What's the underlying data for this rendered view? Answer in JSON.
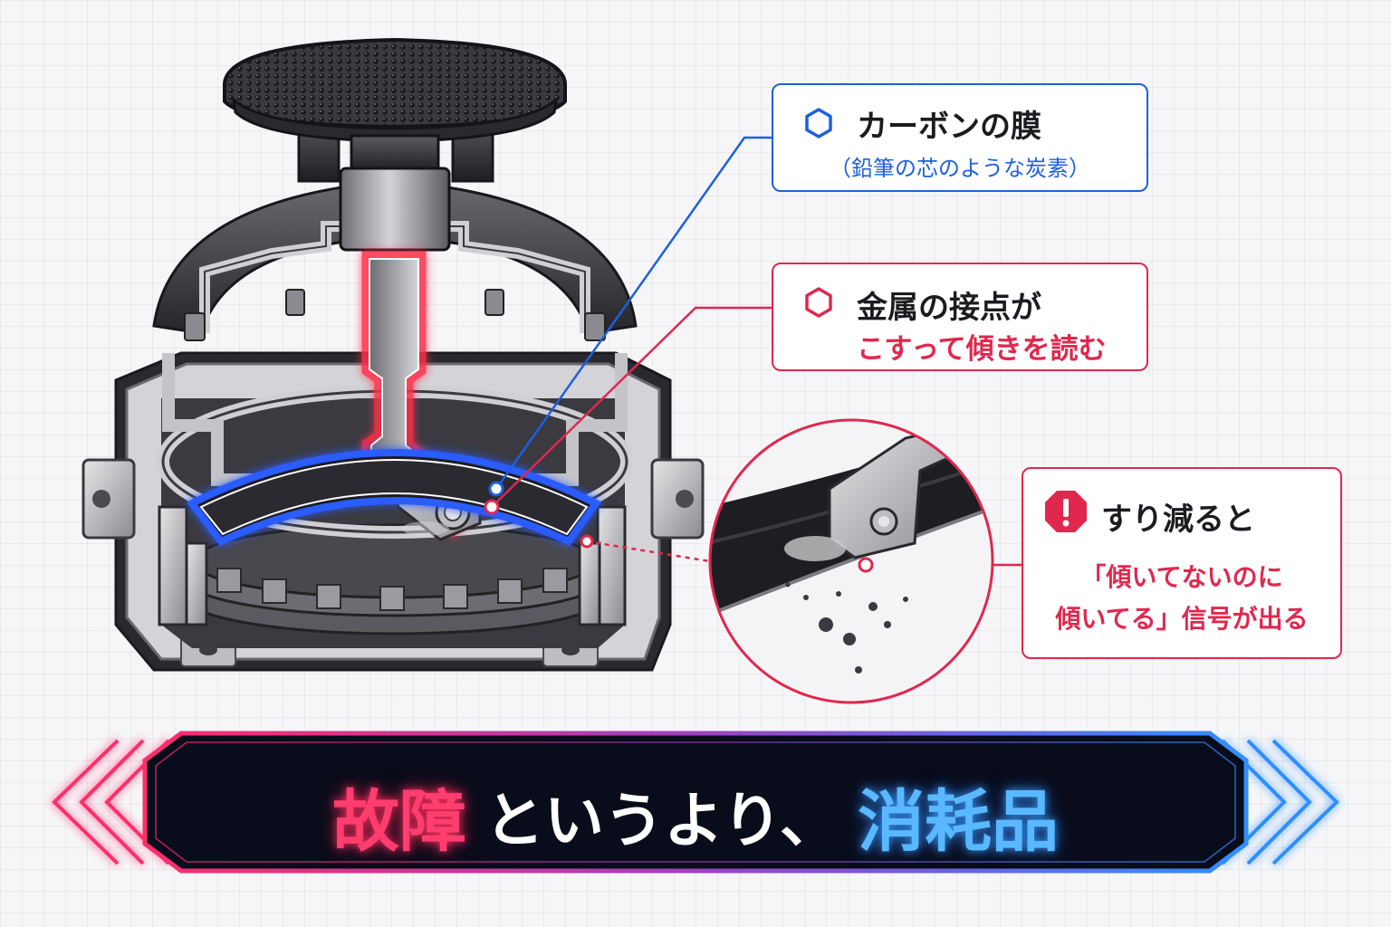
{
  "callouts": {
    "carbon": {
      "title": "カーボンの膜",
      "subtitle": "（鉛筆の芯のような炭素）",
      "icon": "hexagon-outline-icon",
      "color": "#1e5fe0"
    },
    "contact": {
      "title": "金属の接点が",
      "subtitle": "こすって傾きを読む",
      "icon": "hexagon-outline-icon",
      "color": "#e0284e"
    },
    "wear": {
      "title": "すり減ると",
      "line1": "「傾いてないのに",
      "line2": "傾いてる」信号が出る",
      "icon": "warning-octagon-icon",
      "color": "#e0284e"
    }
  },
  "banner": {
    "part1": "故障",
    "part2": "というより、",
    "part3": "消耗品",
    "accent_red": "#ff2d6a",
    "accent_blue": "#2f8fff"
  },
  "illustration": {
    "subject": "analog-stick-potentiometer-cutaway",
    "highlight_shaft_color": "#ff2d4a",
    "highlight_track_color": "#2a5cff"
  }
}
